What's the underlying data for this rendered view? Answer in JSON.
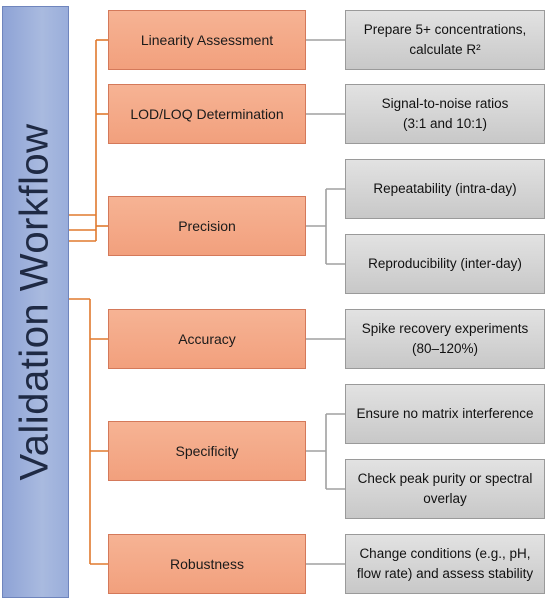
{
  "root": {
    "label": "Validation Workflow"
  },
  "steps": [
    {
      "label": "Linearity Assessment"
    },
    {
      "label": "LOD/LOQ Determination"
    },
    {
      "label": "Precision"
    },
    {
      "label": "Accuracy"
    },
    {
      "label": "Specificity"
    },
    {
      "label": "Robustness"
    }
  ],
  "details": [
    {
      "line1": "Prepare 5+ concentrations,",
      "line2": "calculate R²"
    },
    {
      "line1": "Signal-to-noise ratios",
      "line2": "(3:1 and 10:1)"
    },
    {
      "line1": "Repeatability (intra-day)"
    },
    {
      "line1": "Reproducibility (inter-day)"
    },
    {
      "line1": "Spike recovery experiments",
      "line2": "(80–120%)"
    },
    {
      "line1": "Ensure no matrix interference"
    },
    {
      "line1": "Check peak purity or spectral",
      "line2": "overlay"
    },
    {
      "line1": "Change conditions (e.g., pH,",
      "line2": "flow rate) and assess stability"
    }
  ],
  "colors": {
    "orange_connector": "#e07a2e",
    "gray_connector": "#a0a0a0"
  }
}
